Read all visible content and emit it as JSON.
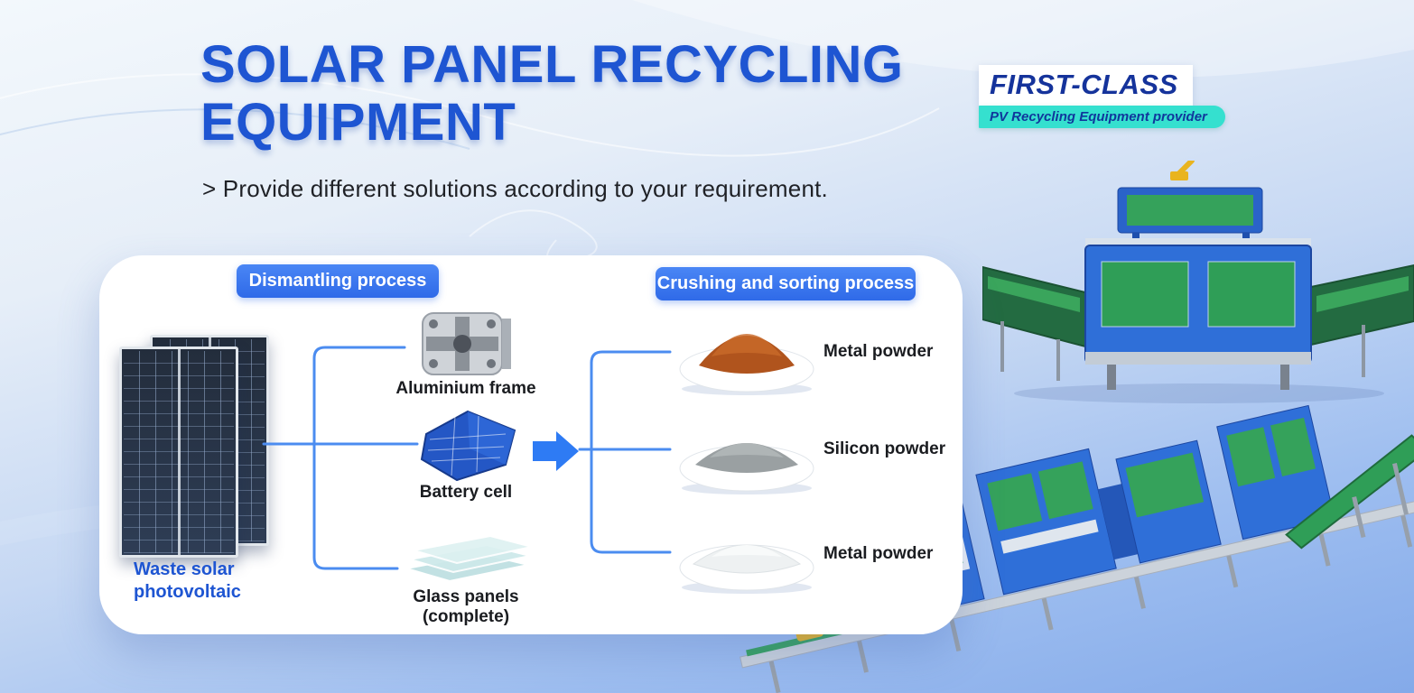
{
  "header": {
    "title_line1": "SOLAR PANEL RECYCLING",
    "title_line2": "EQUIPMENT",
    "subtitle": "> Provide different solutions according to your requirement."
  },
  "badge": {
    "line1": "FIRST-CLASS",
    "line2": "PV Recycling Equipment provider"
  },
  "diagram": {
    "dismantling_label": "Dismantling process",
    "crushing_label": "Crushing and sorting process",
    "source_label": "Waste solar photovoltaic",
    "dismantle_items": [
      {
        "label": "Aluminium frame"
      },
      {
        "label": "Battery cell"
      },
      {
        "label": "Glass panels (complete)"
      }
    ],
    "output_items": [
      {
        "label": "Metal powder"
      },
      {
        "label": "Silicon powder"
      },
      {
        "label": "Metal powder"
      }
    ]
  },
  "colors": {
    "title_blue": "#1e55d2",
    "pill_blue": "#3e7cf0",
    "connector_blue": "#4b8cf0",
    "badge_navy": "#15339b",
    "ribbon_cyan": "#35e0cf",
    "label_dark": "#1a1c20",
    "machine_blue": "#2f6fd8",
    "belt_green": "#2f9e57"
  }
}
